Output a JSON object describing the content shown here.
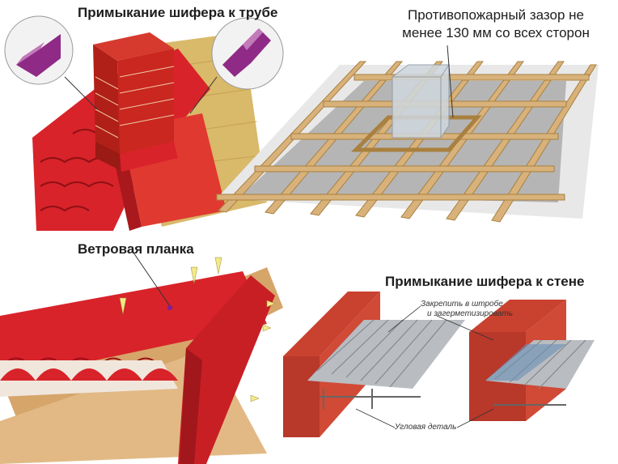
{
  "labels": {
    "pipe_flashing": "Примыкание шифера к трубе",
    "fire_gap_line1": "Противопожарный зазор не",
    "fire_gap_line2": "менее 130 мм со всех сторон",
    "wind_board": "Ветровая планка",
    "wall_flashing": "Примыкание шифера к стене",
    "note_fix_1": "Закрепить в штробе",
    "note_fix_2": "и загерметизировать",
    "corner_part": "Угловая деталь"
  },
  "colors": {
    "roof_red": "#d8232a",
    "brick": "#c9271f",
    "insulation": "#d9b96a",
    "batten": "#d8b27a",
    "membrane": "#8a8a8a",
    "metal_purple": "#8f2a86",
    "slate_gray": "#b9bcc0"
  }
}
